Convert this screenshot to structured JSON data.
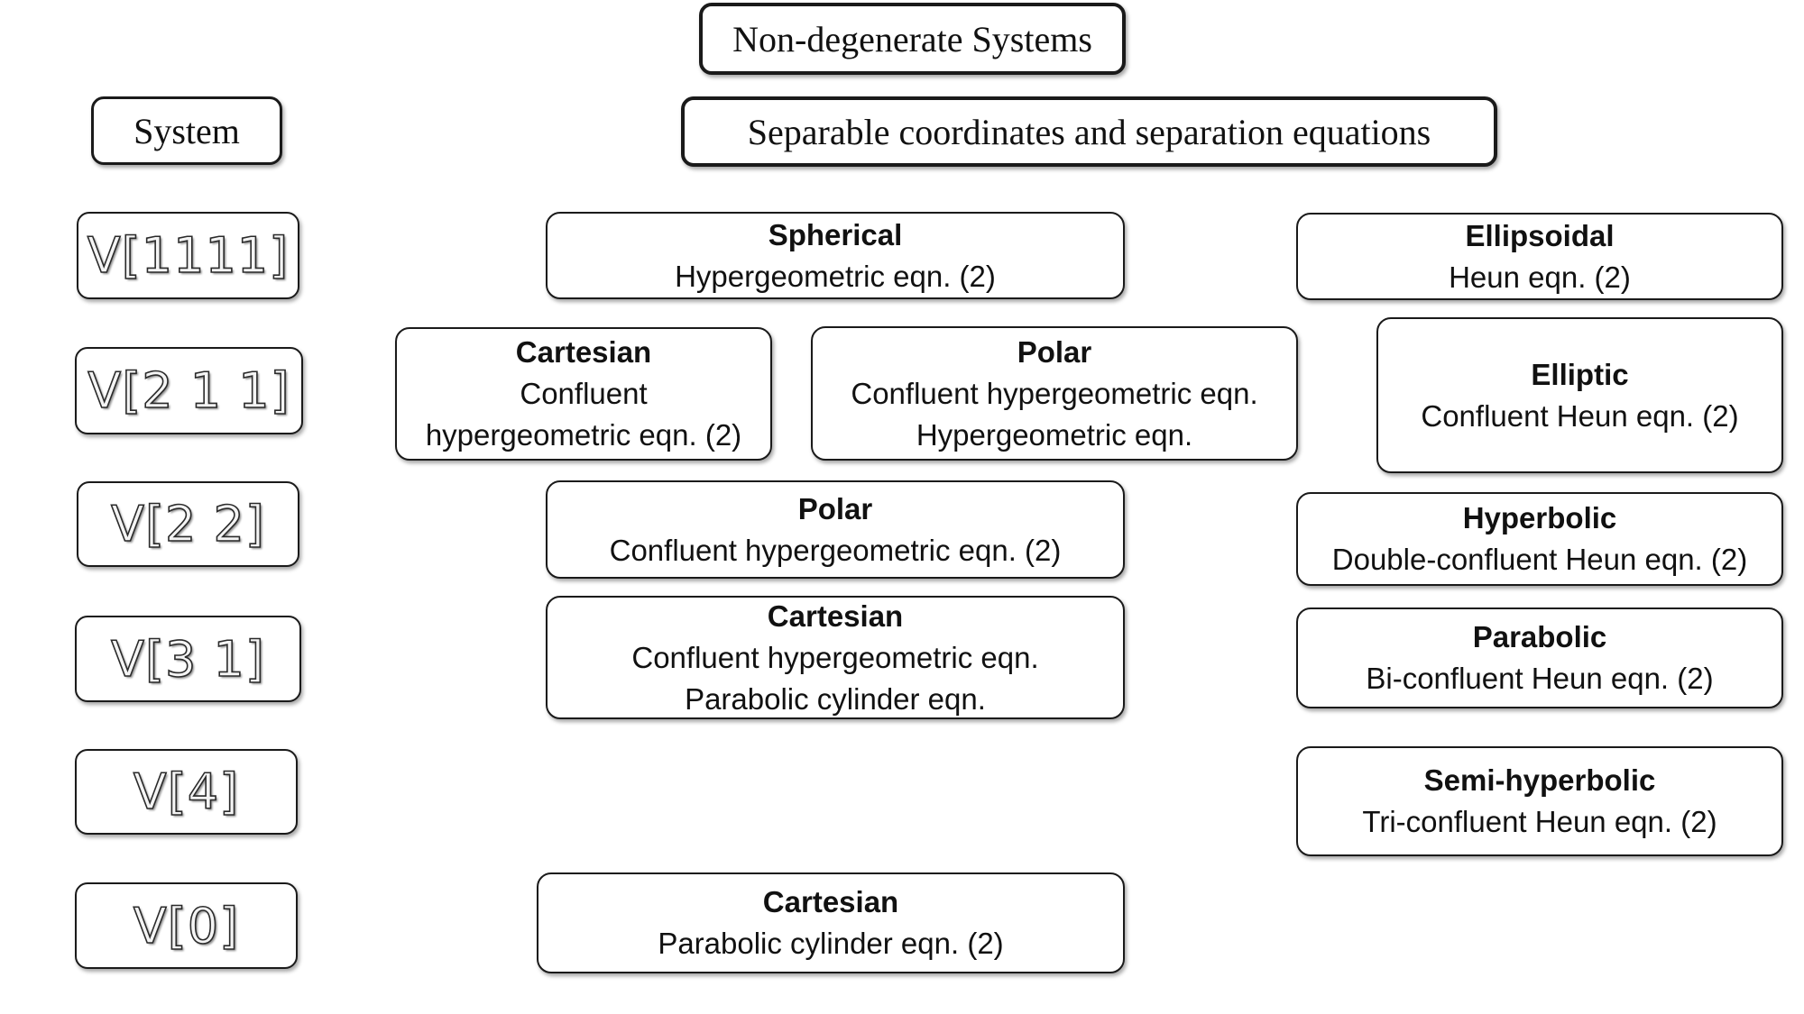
{
  "header": {
    "title": "Non-degenerate Systems",
    "system_label": "System",
    "coords_label": "Separable coordinates and separation equations"
  },
  "systems": [
    "V[1111]",
    "V[2 1 1]",
    "V[2 2]",
    "V[3 1]",
    "V[4]",
    "V[0]"
  ],
  "coords": {
    "v1111_spherical": {
      "name": "Spherical",
      "eqns": [
        "Hypergeometric eqn. (2)"
      ]
    },
    "v1111_ellipsoidal": {
      "name": "Ellipsoidal",
      "eqns": [
        "Heun eqn. (2)"
      ]
    },
    "v211_cartesian": {
      "name": "Cartesian",
      "eqns": [
        "Confluent",
        "hypergeometric eqn. (2)"
      ]
    },
    "v211_polar": {
      "name": "Polar",
      "eqns": [
        "Confluent hypergeometric eqn.",
        "Hypergeometric eqn."
      ]
    },
    "v211_elliptic": {
      "name": "Elliptic",
      "eqns": [
        "Confluent Heun eqn. (2)"
      ]
    },
    "v22_polar": {
      "name": "Polar",
      "eqns": [
        "Confluent hypergeometric eqn. (2)"
      ]
    },
    "v22_hyperbolic": {
      "name": "Hyperbolic",
      "eqns": [
        "Double-confluent Heun eqn. (2)"
      ]
    },
    "v31_cartesian": {
      "name": "Cartesian",
      "eqns": [
        "Confluent hypergeometric eqn.",
        "Parabolic cylinder eqn."
      ]
    },
    "v31_parabolic": {
      "name": "Parabolic",
      "eqns": [
        "Bi-confluent Heun eqn. (2)"
      ]
    },
    "v4_semihyperbolic": {
      "name": "Semi-hyperbolic",
      "eqns": [
        "Tri-confluent Heun eqn. (2)"
      ]
    },
    "v0_cartesian": {
      "name": "Cartesian",
      "eqns": [
        "Parabolic cylinder eqn. (2)"
      ]
    }
  }
}
